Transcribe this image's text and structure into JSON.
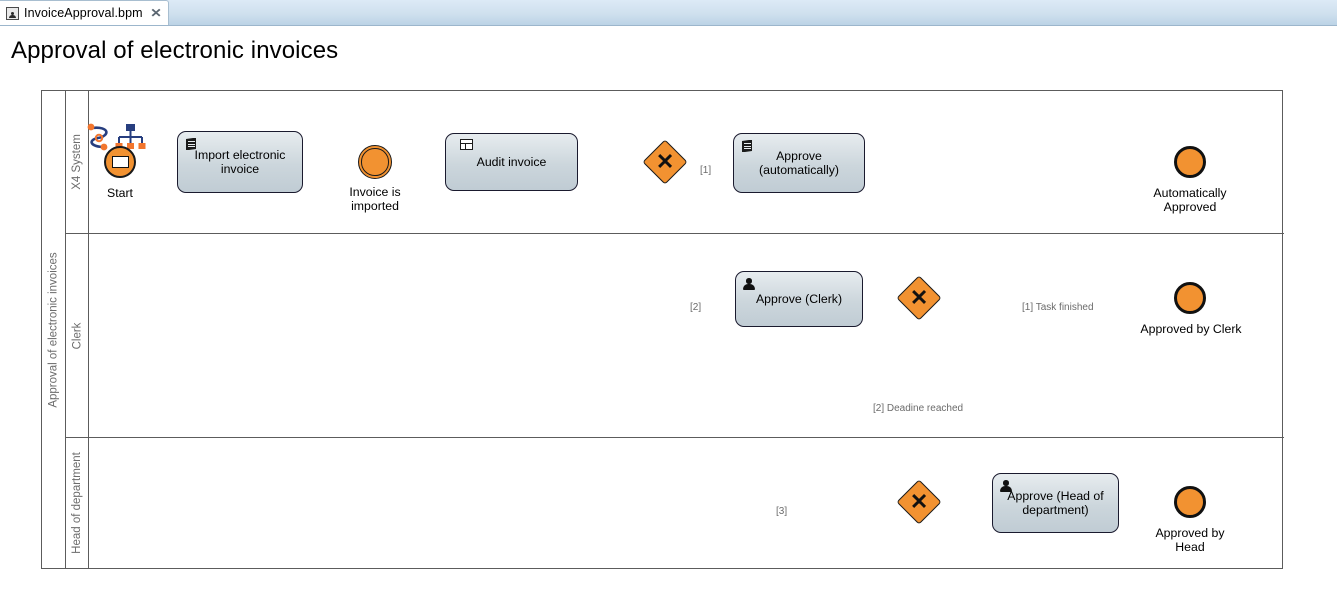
{
  "tab": {
    "label": "InvoiceApproval.bpm",
    "close_glyph": "✕",
    "icon": "bpm-file-icon"
  },
  "page": {
    "title": "Approval of electronic invoices"
  },
  "pool": {
    "label": "Approval of electronic invoices",
    "lanes": [
      {
        "id": "system",
        "label": "X4 System"
      },
      {
        "id": "clerk",
        "label": "Clerk"
      },
      {
        "id": "head",
        "label": "Head of department"
      }
    ]
  },
  "colors": {
    "event_fill": "#f29231",
    "gateway_fill": "#f29231",
    "task_fill": "#ccd6dc",
    "stroke": "#1a1a2e",
    "lane_text": "#6b6b6b",
    "flow_label": "#6b6b6b",
    "deco_blue": "#273e7f",
    "deco_orange": "#f2762e"
  },
  "nodes": [
    {
      "id": "start",
      "type": "start-event-message",
      "label": "Start",
      "lane": "system"
    },
    {
      "id": "import",
      "type": "service-task",
      "label": "Import\nelectronic\ninvoice",
      "lane": "system"
    },
    {
      "id": "imported",
      "type": "intermediate-event",
      "label": "Invoice is\nimported",
      "lane": "system"
    },
    {
      "id": "audit",
      "type": "business-rule-task",
      "label": "Audit invoice",
      "lane": "system"
    },
    {
      "id": "gw1",
      "type": "exclusive-gateway",
      "label": "",
      "lane": "system"
    },
    {
      "id": "approve-auto",
      "type": "service-task",
      "label": "Approve\n(automatically)",
      "lane": "system"
    },
    {
      "id": "end-auto",
      "type": "end-event",
      "label": "Automatically\nApproved",
      "lane": "system"
    },
    {
      "id": "approve-clerk",
      "type": "user-task",
      "label": "Approve\n(Clerk)",
      "lane": "clerk"
    },
    {
      "id": "gw2",
      "type": "exclusive-gateway",
      "label": "",
      "lane": "clerk"
    },
    {
      "id": "end-clerk",
      "type": "end-event",
      "label": "Approved by Clerk",
      "lane": "clerk"
    },
    {
      "id": "gw3",
      "type": "exclusive-gateway",
      "label": "",
      "lane": "head"
    },
    {
      "id": "approve-head",
      "type": "user-task",
      "label": "Approve\n(Head of\ndepartment)",
      "lane": "head"
    },
    {
      "id": "end-head",
      "type": "end-event",
      "label": "Approved by\nHead",
      "lane": "head"
    }
  ],
  "flow_labels": {
    "gw1_branch1": "[1]",
    "gw1_branch2": "[2]",
    "gw1_branch3": "[3]",
    "gw2_task_finished": "[1] Task finished",
    "gw2_deadline": "[2] Deadine reached"
  },
  "node_labels": {
    "start": "Start",
    "import": "Import\nelectronic\ninvoice",
    "imported": "Invoice is\nimported",
    "audit": "Audit invoice",
    "approve_auto": "Approve\n(automatically)",
    "end_auto": "Automatically\nApproved",
    "approve_clerk": "Approve\n(Clerk)",
    "end_clerk": "Approved by Clerk",
    "approve_head": "Approve\n(Head of\ndepartment)",
    "end_head": "Approved by\nHead"
  }
}
